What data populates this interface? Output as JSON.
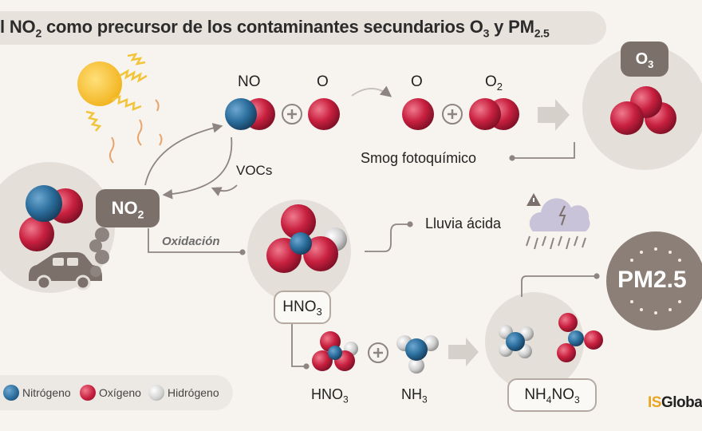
{
  "title": {
    "prefix": "l NO",
    "sub": "2",
    "middle": " como precursor de los contaminantes secundarios O",
    "sub2": "3",
    "mid2": " y PM",
    "sub3": "2.5"
  },
  "molecules": {
    "no": "NO",
    "o": "O",
    "o_right": "O",
    "o2_main": "O",
    "o2_sub": "2",
    "o3_main": "O",
    "o3_sub": "3",
    "no2_main": "NO",
    "no2_sub": "2",
    "hno3_main": "HNO",
    "hno3_sub": "3",
    "hno3_bottom_main": "HNO",
    "hno3_bottom_sub": "3",
    "nh3_main": "NH",
    "nh3_sub": "3",
    "nh4no3_a": "NH",
    "nh4no3_b": "4",
    "nh4no3_c": "NO",
    "nh4no3_d": "3",
    "pm_label": "PM2.5"
  },
  "labels": {
    "vocs": "VOCs",
    "smog": "Smog fotoquímico",
    "oxidacion": "Oxidación",
    "lluvia": "Lluvia ácida"
  },
  "legend": {
    "nitrogeno": "Nitrógeno",
    "oxigeno": "Oxígeno",
    "hidrogeno": "Hidrógeno"
  },
  "logo": {
    "is": "IS",
    "global": "Global"
  },
  "colors": {
    "nitrogen": "#2c6f9e",
    "oxygen": "#c8203f",
    "hydrogen": "#d4d4d4",
    "arrow": "#8e8580",
    "circle_bg": "#e4dfd9",
    "chip": "#7c706a"
  }
}
